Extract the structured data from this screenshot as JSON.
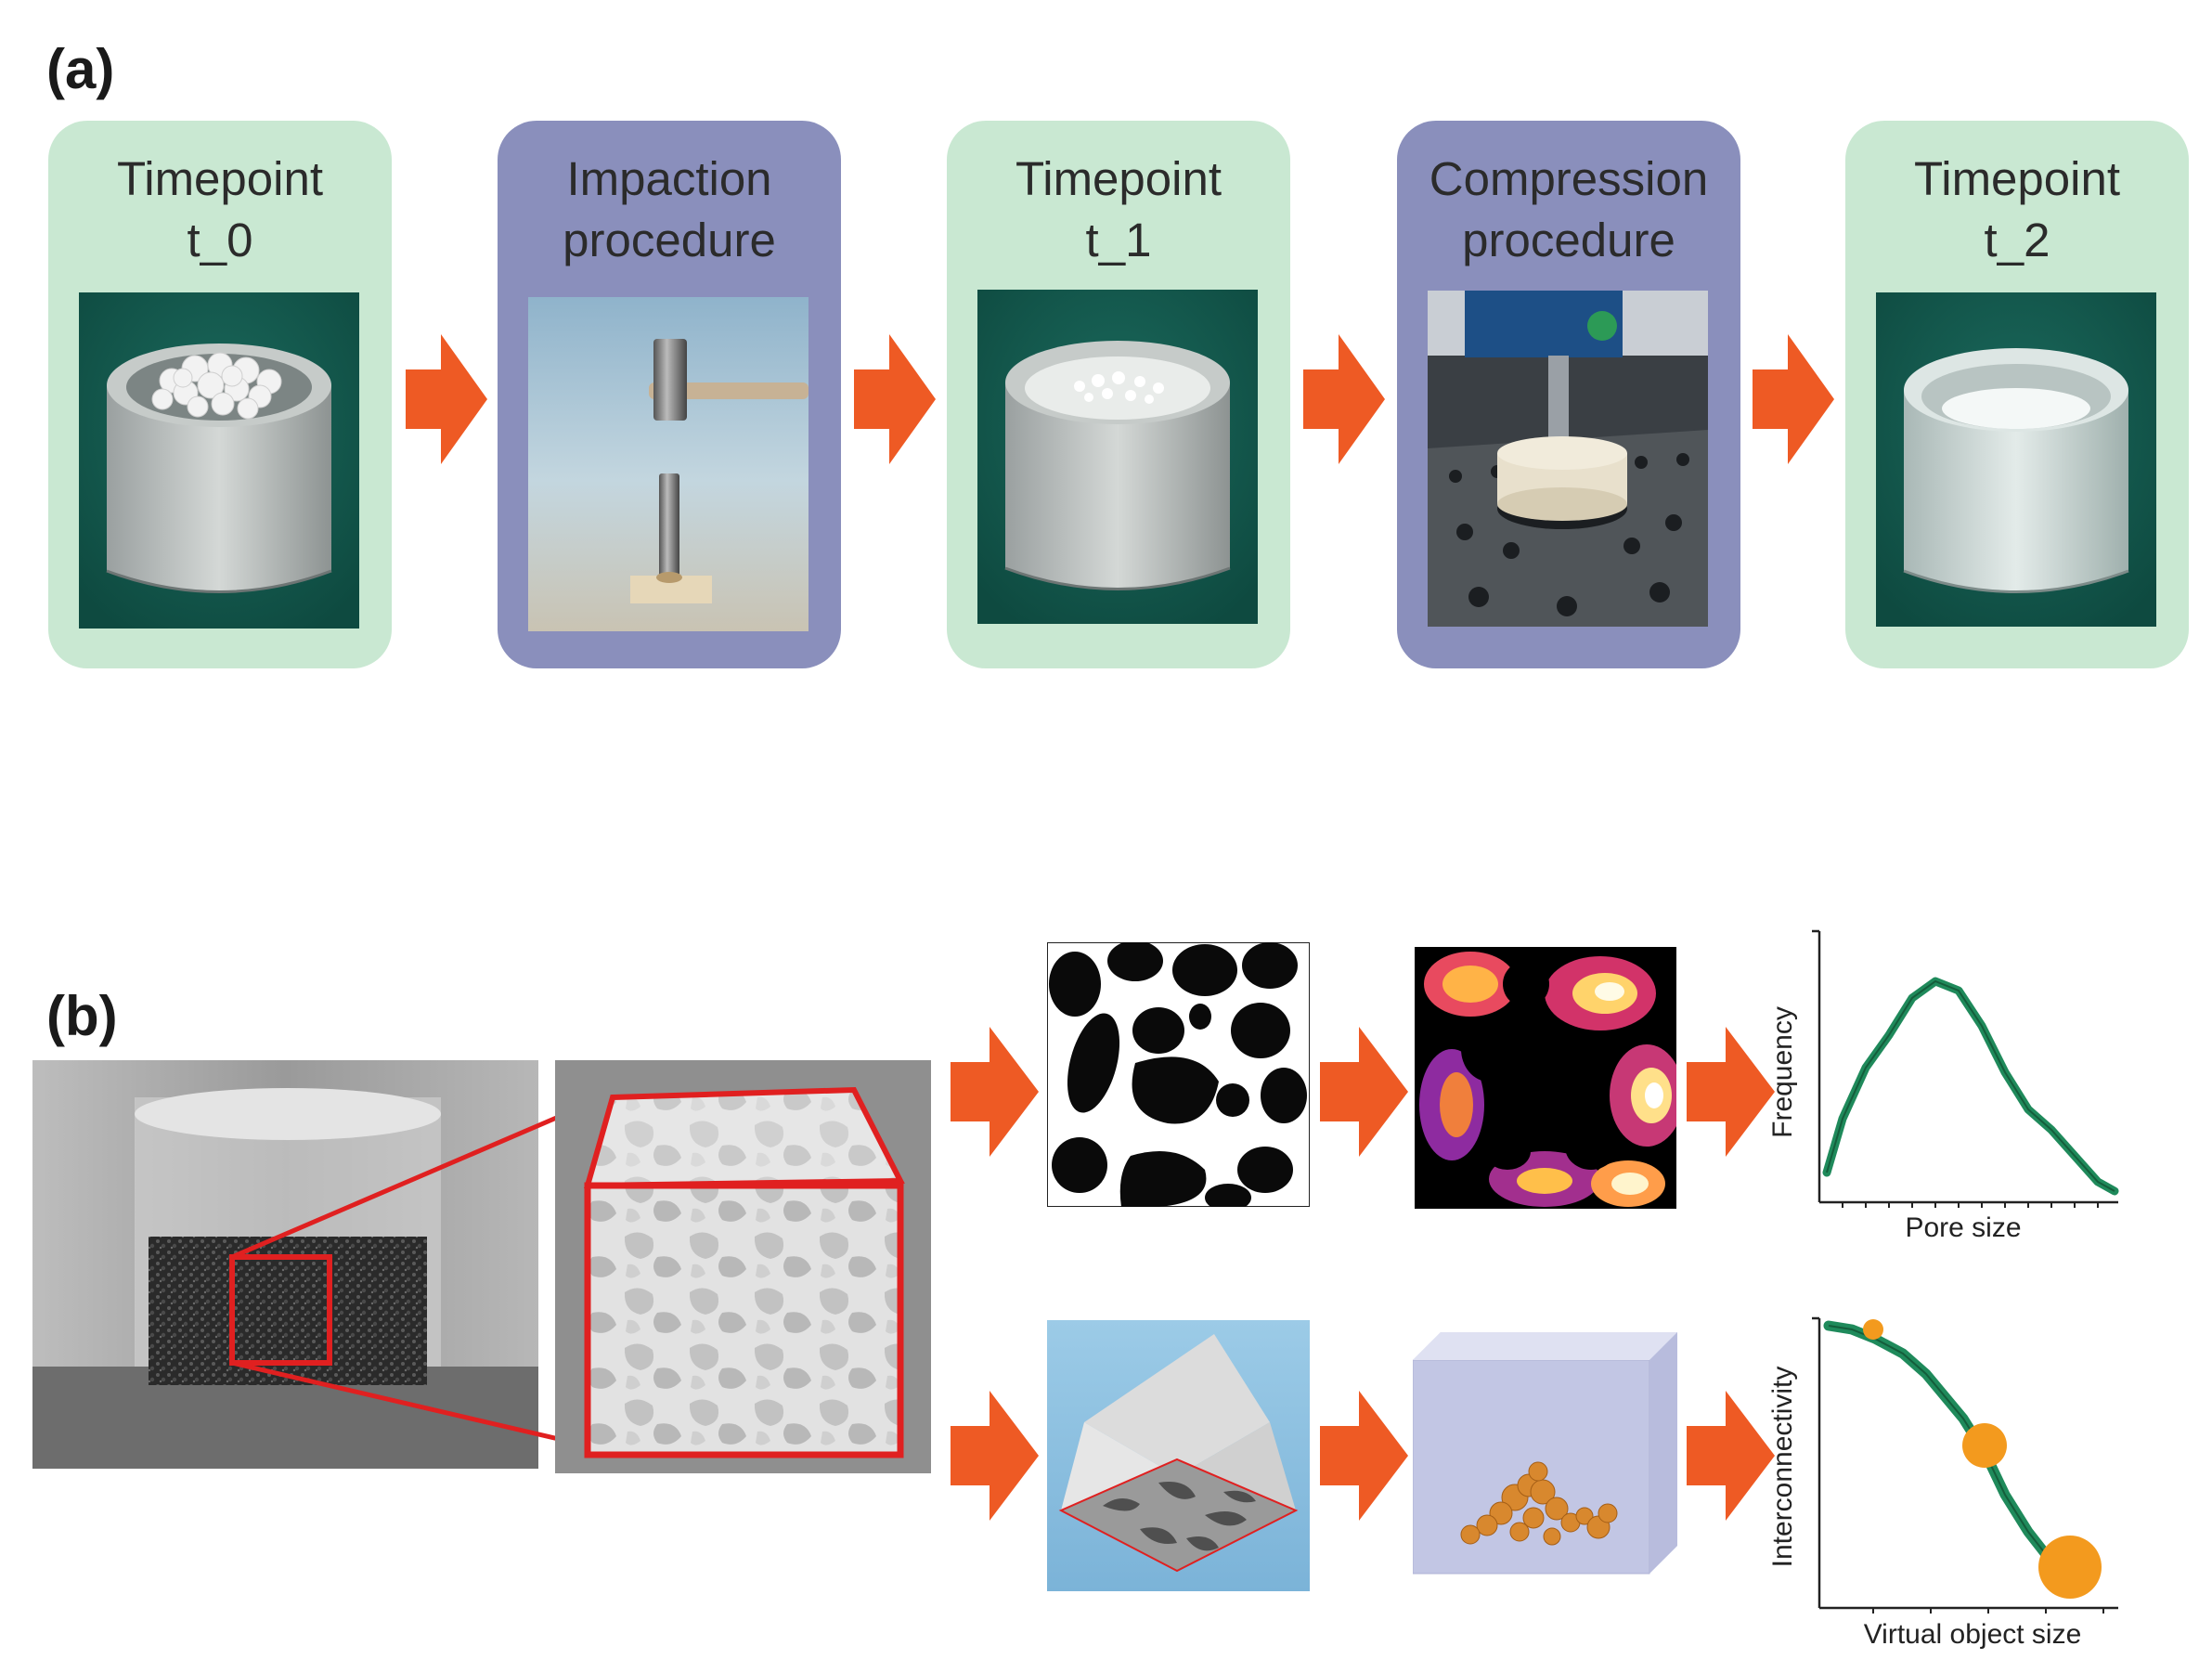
{
  "panel_a": {
    "label": "(a)",
    "steps": [
      {
        "line1": "Timepoint",
        "line2": "t_0",
        "color": "#c9e8d2"
      },
      {
        "line1": "Impaction",
        "line2": "procedure",
        "color": "#8a8fbc"
      },
      {
        "line1": "Timepoint",
        "line2": "t_1",
        "color": "#c9e8d2"
      },
      {
        "line1": "Compression",
        "line2": "procedure",
        "color": "#8a8fbc"
      },
      {
        "line1": "Timepoint",
        "line2": "t_2",
        "color": "#c9e8d2"
      }
    ]
  },
  "panel_b": {
    "label": "(b)",
    "pore_plot": {
      "ylabel": "Frequency",
      "xlabel": "Pore size"
    },
    "connectivity_plot": {
      "ylabel": "Interconnectivity",
      "xlabel": "Virtual object size"
    }
  },
  "colors": {
    "arrow": "#ee5a24",
    "curve": "#1f8a5b",
    "marker": "#f39a1e",
    "highlight": "#e02020"
  }
}
